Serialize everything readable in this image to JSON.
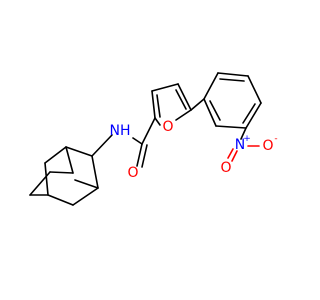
{
  "molecule": {
    "atoms": {
      "amide_n": {
        "label": "N",
        "hydrogen": "H",
        "color": "#0000ff"
      },
      "carbonyl_o": {
        "label": "O",
        "color": "#ff0000"
      },
      "furan_o": {
        "label": "O",
        "color": "#ff0000"
      },
      "nitro_n": {
        "label": "N",
        "charge": "+",
        "color": "#0000ff"
      },
      "nitro_o_double": {
        "label": "O",
        "color": "#ff0000"
      },
      "nitro_o_minus": {
        "label": "O",
        "charge": "-",
        "color": "#ff0000"
      }
    },
    "colors": {
      "bond": "#000000",
      "oxygen": "#ff0000",
      "nitrogen": "#0000ff"
    }
  }
}
